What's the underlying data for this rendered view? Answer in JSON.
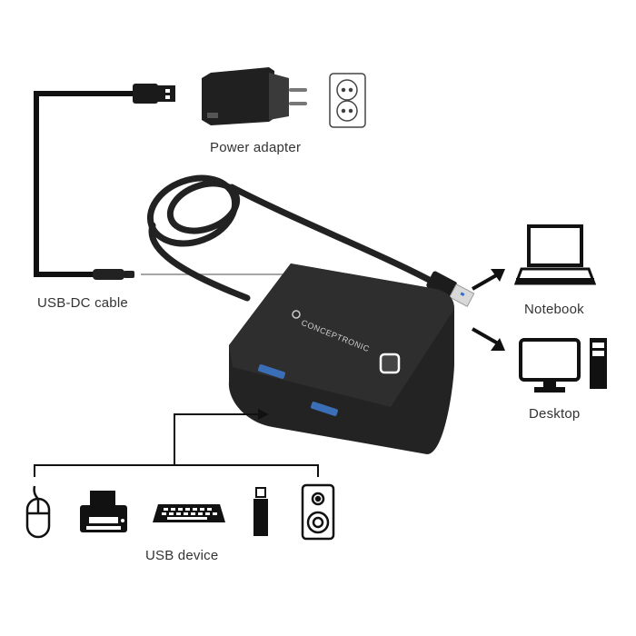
{
  "labels": {
    "power_adapter": "Power adapter",
    "usb_dc_cable": "USB-DC cable",
    "notebook": "Notebook",
    "desktop": "Desktop",
    "usb_device": "USB device"
  },
  "hub": {
    "brand": "CONCEPTRONIC",
    "port_count_visible": 2,
    "port_color": "#3a6fb8",
    "led_color": "#ffffff"
  },
  "icons": {
    "top": [
      "usb-plug",
      "power-adapter",
      "wall-socket"
    ],
    "hosts": [
      "notebook",
      "desktop"
    ],
    "usb_devices": [
      "mouse",
      "printer",
      "keyboard",
      "usb-flash-drive",
      "speaker"
    ]
  },
  "colors": {
    "line": "#1a1a1a",
    "hub_body": "#2a2a2a",
    "text": "#333333",
    "background": "#ffffff"
  }
}
